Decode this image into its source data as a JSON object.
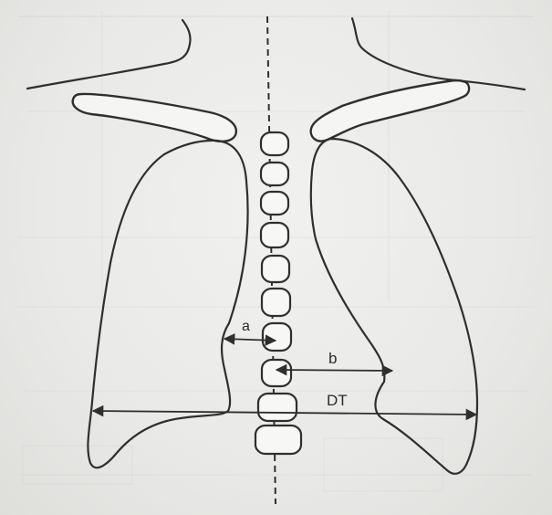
{
  "diagram": {
    "labels": {
      "a": "a",
      "b": "b",
      "dt": "DT"
    },
    "colors": {
      "line": "#2f2f2f",
      "background": "#ececea",
      "faint_text": "#b9b9b6"
    }
  }
}
